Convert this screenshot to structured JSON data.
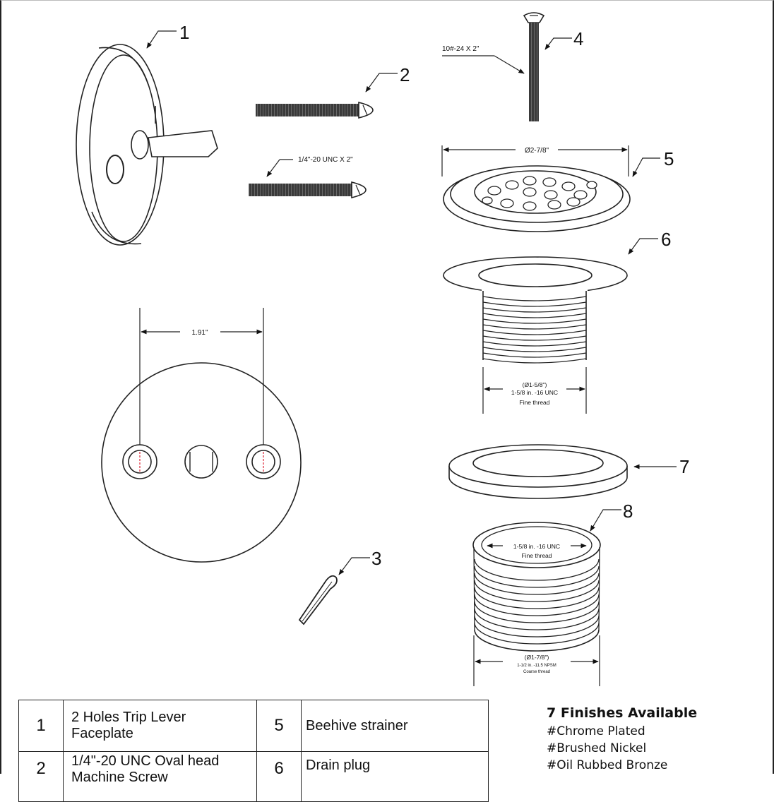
{
  "callouts": [
    "1",
    "2",
    "3",
    "4",
    "5",
    "6",
    "7",
    "8"
  ],
  "dimensions": {
    "screw4": "10#-24 X 2\"",
    "screw2": "1/4\"-20 UNC X 2\"",
    "strainer_diameter": "Ø2-7/8\"",
    "faceplate_spacing": "1.91\"",
    "drain_plug_line1": "(Ø1-5/8\")",
    "drain_plug_line2": "1-5/8 in. -16 UNC",
    "drain_plug_line3": "Fine thread",
    "part8_top_line1": "1-5/8 in. -16 UNC",
    "part8_top_line2": "Fine thread",
    "part8_bottom_line1": "(Ø1-7/8\")",
    "part8_bottom_line2": "1-1/2 in. -11.5 NPSM",
    "part8_bottom_line3": "Coarse thread"
  },
  "parts_table": {
    "rows": [
      {
        "num_a": "1",
        "desc_a": [
          "2  Holes Trip Lever",
          "Faceplate"
        ],
        "num_b": "5",
        "desc_b": [
          "Beehive strainer"
        ]
      },
      {
        "num_a": "2",
        "desc_a": [
          "1/4\"-20 UNC Oval head",
          "Machine Screw"
        ],
        "num_b": "6",
        "desc_b": [
          "Drain plug"
        ]
      }
    ]
  },
  "finishes": {
    "title": "7 Finishes Available",
    "items": [
      "#Chrome Plated",
      "#Brushed Nickel",
      "#Oil Rubbed Bronze"
    ]
  }
}
